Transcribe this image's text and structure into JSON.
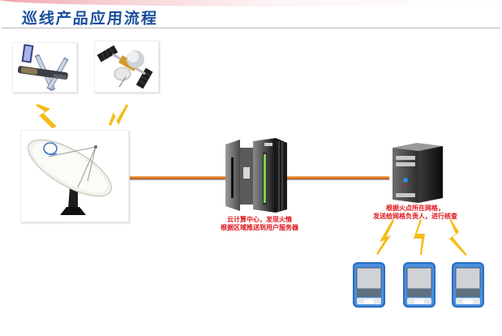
{
  "slide": {
    "title": "巡线产品应用流程"
  },
  "nodes": {
    "satellite_1": {
      "label": "satellite-station"
    },
    "satellite_2": {
      "label": "satellite"
    },
    "dish": {
      "label": "satellite-dish-receiver"
    },
    "cloud_center": {
      "caption_line1": "云计算中心，发现火情",
      "caption_line2": "根据区域推送到用户服务器"
    },
    "user_server": {
      "caption_line1": "根据火点所在网格，",
      "caption_line2": "发送给网格负责人，进行核查"
    },
    "handhelds": [
      {
        "label": "handheld-device-1"
      },
      {
        "label": "handheld-device-2"
      },
      {
        "label": "handheld-device-3"
      }
    ]
  },
  "colors": {
    "title": "#1a4f9c",
    "caption": "#e0141b",
    "cable": "#e07a24",
    "signal": "#f5b400"
  }
}
